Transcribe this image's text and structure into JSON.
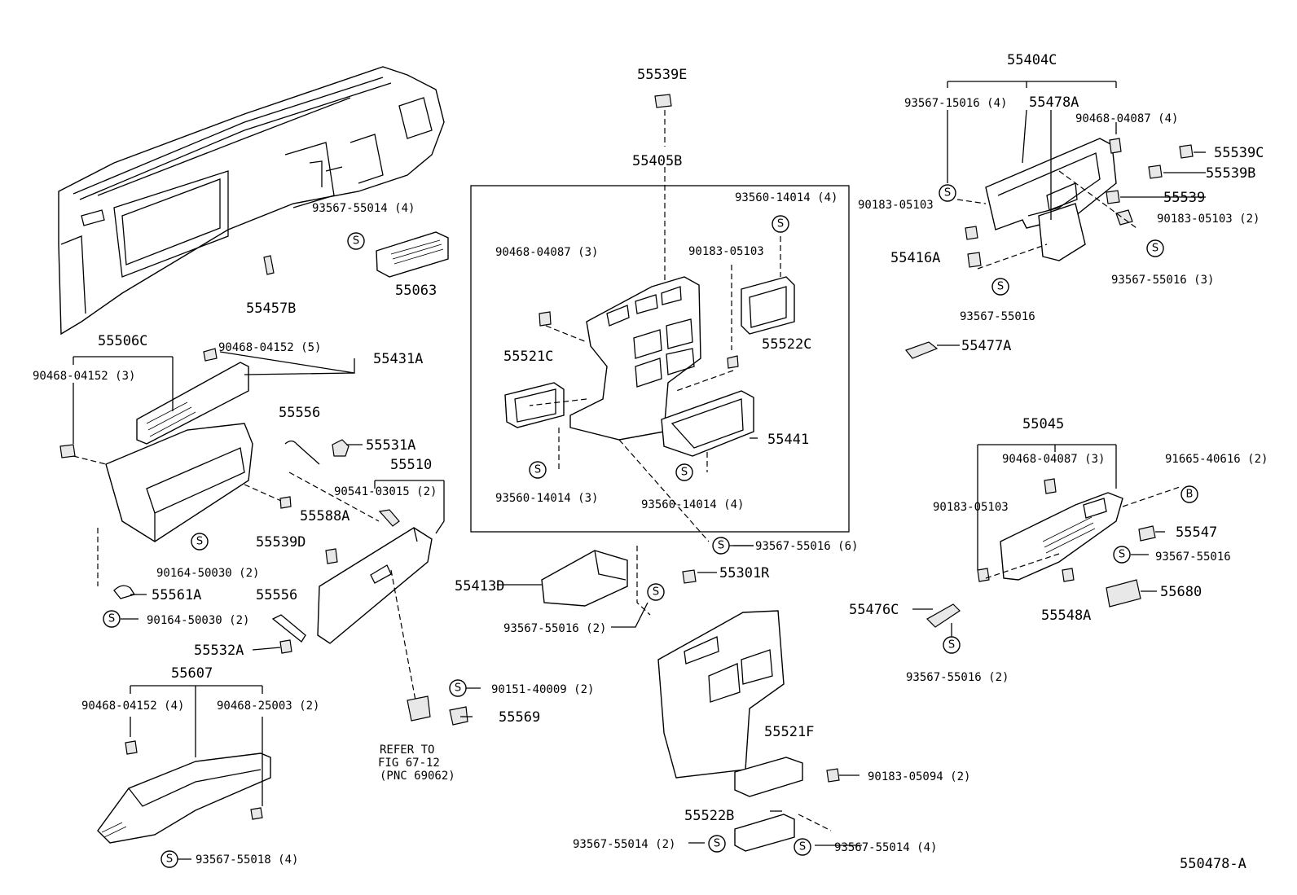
{
  "figure_id": "550478-A",
  "symbols": {
    "screw": "S",
    "bolt": "B"
  },
  "labels": {
    "l55539E": "55539E",
    "l55405B": "55405B",
    "l55404C": "55404C",
    "l93567_15016": "93567-15016 (4)",
    "l55478A": "55478A",
    "l90468_04087_4": "90468-04087 (4)",
    "l55539C": "55539C",
    "l55539B": "55539B",
    "l55539": "55539",
    "l90183_05103_r": "90183-05103",
    "l90183_05103_2": "90183-05103 (2)",
    "l55416A": "55416A",
    "l93567_55016_3": "93567-55016 (3)",
    "l93567_55016_a": "93567-55016",
    "l55477A": "55477A",
    "l93567_55014_4a": "93567-55014 (4)",
    "l55063": "55063",
    "l55457B": "55457B",
    "l93560_14014_4a": "93560-14014 (4)",
    "l90468_04087_3a": "90468-04087 (3)",
    "l90183_05103_c": "90183-05103",
    "l55522C": "55522C",
    "l55521C": "55521C",
    "l55441": "55441",
    "l93560_14014_3": "93560-14014 (3)",
    "l93560_14014_4b": "93560-14014 (4)",
    "l93567_55016_6": "93567-55016 (6)",
    "l55506C": "55506C",
    "l90468_04152_5": "90468-04152 (5)",
    "l55431A": "55431A",
    "l90468_04152_3": "90468-04152 (3)",
    "l55556a": "55556",
    "l55531A": "55531A",
    "l55510": "55510",
    "l90541_03015": "90541-03015 (2)",
    "l55588A": "55588A",
    "l55539D": "55539D",
    "l90164_50030_a": "90164-50030 (2)",
    "l55561A": "55561A",
    "l90164_50030_b": "90164-50030 (2)",
    "l55556b": "55556",
    "l55532A": "55532A",
    "l55607": "55607",
    "l90468_04152_4": "90468-04152 (4)",
    "l90468_25003": "90468-25003 (2)",
    "l93567_55018": "93567-55018 (4)",
    "l55413D": "55413D",
    "l55301R": "55301R",
    "l93567_55016_2a": "93567-55016 (2)",
    "l90151_40009": "90151-40009 (2)",
    "l55569": "55569",
    "refer1": "REFER TO",
    "refer2": "FIG 67-12",
    "refer3": "(PNC 69062)",
    "l55521F": "55521F",
    "l90183_05094": "90183-05094 (2)",
    "l55522B": "55522B",
    "l93567_55014_2": "93567-55014 (2)",
    "l93567_55014_4b": "93567-55014 (4)",
    "l55045": "55045",
    "l90468_04087_3b": "90468-04087 (3)",
    "l91665_40616": "91665-40616 (2)",
    "l90183_05103_d": "90183-05103",
    "l55547": "55547",
    "l93567_55016_b": "93567-55016",
    "l55680": "55680",
    "l55548A": "55548A",
    "l55476C": "55476C",
    "l93567_55016_2b": "93567-55016 (2)"
  }
}
